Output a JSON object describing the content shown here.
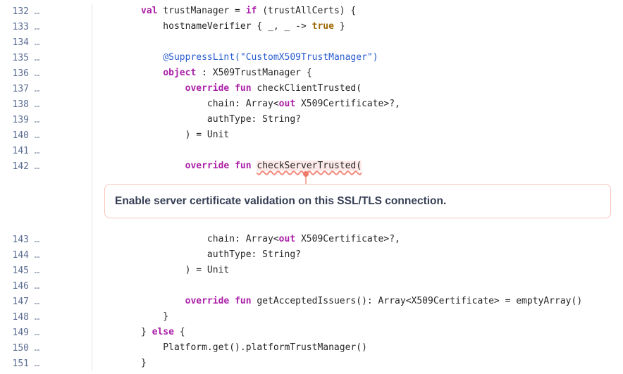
{
  "issue": {
    "message": "Enable server certificate validation on this SSL/TLS connection.",
    "after_line": 142
  },
  "editor": {
    "gutter_ellipsis": "…",
    "lines": [
      {
        "num": 132,
        "tokens": [
          {
            "t": "k",
            "x": "val"
          },
          {
            "t": "p",
            "x": " trustManager = "
          },
          {
            "t": "k",
            "x": "if"
          },
          {
            "t": "p",
            "x": " (trustAllCerts) {"
          }
        ]
      },
      {
        "num": 133,
        "tokens": [
          {
            "t": "p",
            "x": "    hostnameVerifier { _, _ -> "
          },
          {
            "t": "b",
            "x": "true"
          },
          {
            "t": "p",
            "x": " }"
          }
        ]
      },
      {
        "num": 134,
        "tokens": []
      },
      {
        "num": 135,
        "tokens": [
          {
            "t": "p",
            "x": "    "
          },
          {
            "t": "s",
            "x": "@SuppressLint(\"CustomX509TrustManager\")"
          }
        ]
      },
      {
        "num": 136,
        "tokens": [
          {
            "t": "p",
            "x": "    "
          },
          {
            "t": "k",
            "x": "object"
          },
          {
            "t": "p",
            "x": " : X509TrustManager {"
          }
        ]
      },
      {
        "num": 137,
        "tokens": [
          {
            "t": "p",
            "x": "        "
          },
          {
            "t": "k",
            "x": "override fun"
          },
          {
            "t": "p",
            "x": " checkClientTrusted("
          }
        ]
      },
      {
        "num": 138,
        "tokens": [
          {
            "t": "p",
            "x": "            chain: Array<"
          },
          {
            "t": "k",
            "x": "out"
          },
          {
            "t": "p",
            "x": " X509Certificate>?,"
          }
        ]
      },
      {
        "num": 139,
        "tokens": [
          {
            "t": "p",
            "x": "            authType: String?"
          }
        ]
      },
      {
        "num": 140,
        "tokens": [
          {
            "t": "p",
            "x": "        ) = Unit"
          }
        ]
      },
      {
        "num": 141,
        "tokens": []
      },
      {
        "num": 142,
        "tokens": [
          {
            "t": "p",
            "x": "        "
          },
          {
            "t": "k",
            "x": "override fun"
          },
          {
            "t": "p",
            "x": " "
          },
          {
            "t": "i",
            "x": "checkServerTrusted("
          }
        ]
      },
      {
        "num": 143,
        "tokens": [
          {
            "t": "p",
            "x": "            chain: Array<"
          },
          {
            "t": "k",
            "x": "out"
          },
          {
            "t": "p",
            "x": " X509Certificate>?,"
          }
        ]
      },
      {
        "num": 144,
        "tokens": [
          {
            "t": "p",
            "x": "            authType: String?"
          }
        ]
      },
      {
        "num": 145,
        "tokens": [
          {
            "t": "p",
            "x": "        ) = Unit"
          }
        ]
      },
      {
        "num": 146,
        "tokens": []
      },
      {
        "num": 147,
        "tokens": [
          {
            "t": "p",
            "x": "        "
          },
          {
            "t": "k",
            "x": "override fun"
          },
          {
            "t": "p",
            "x": " getAcceptedIssuers(): Array<X509Certificate> = emptyArray()"
          }
        ]
      },
      {
        "num": 148,
        "tokens": [
          {
            "t": "p",
            "x": "    }"
          }
        ]
      },
      {
        "num": 149,
        "tokens": [
          {
            "t": "p",
            "x": "} "
          },
          {
            "t": "k",
            "x": "else"
          },
          {
            "t": "p",
            "x": " {"
          }
        ]
      },
      {
        "num": 150,
        "tokens": [
          {
            "t": "p",
            "x": "    Platform.get().platformTrustManager()"
          }
        ]
      },
      {
        "num": 151,
        "tokens": [
          {
            "t": "p",
            "x": "}"
          }
        ]
      }
    ]
  },
  "colors": {
    "keyword": "#ab1fa8",
    "annotation_string": "#2a5dd0",
    "boolean_literal": "#9e6a06",
    "code_text": "#262626",
    "line_number": "#5b6d92",
    "gutter_separator": "#e4e4e4",
    "issue_border": "#fcc5bb",
    "issue_highlight_bg": "#fdeae8",
    "issue_squiggle": "#f28b7d",
    "issue_message_text": "#353e54"
  }
}
